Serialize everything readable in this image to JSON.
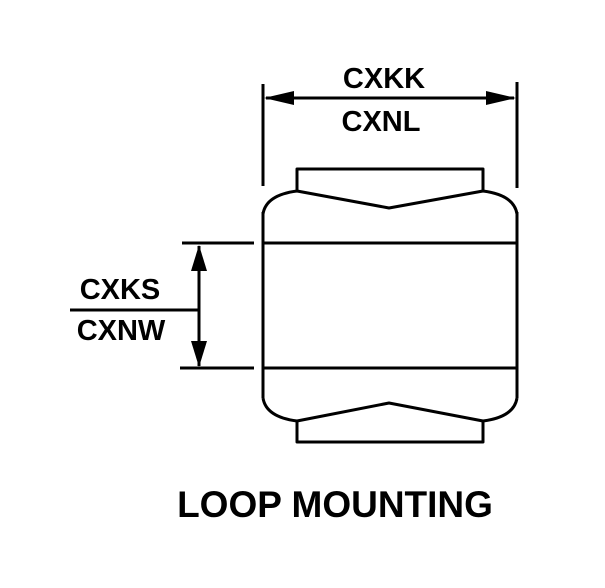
{
  "diagram": {
    "title": "LOOP MOUNTING",
    "dimensions": {
      "width": {
        "upper_code": "CXKK",
        "lower_code": "CXNL"
      },
      "height": {
        "upper_code": "CXKS",
        "lower_code": "CXNW"
      }
    },
    "colors": {
      "line": "#000000",
      "background": "#ffffff"
    }
  }
}
